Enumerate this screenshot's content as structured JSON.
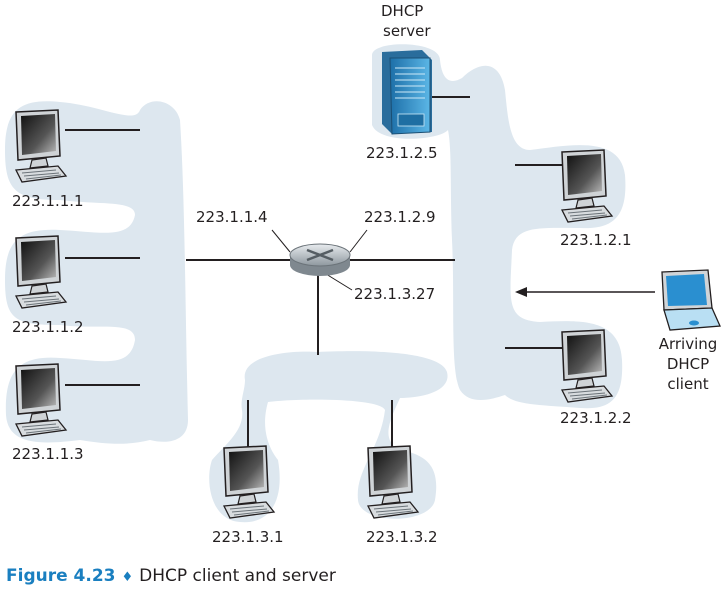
{
  "server": {
    "title_line1": "DHCP",
    "title_line2": "server",
    "ip": "223.1.2.5"
  },
  "router": {
    "left_ip": "223.1.1.4",
    "right_ip": "223.1.2.9",
    "bottom_ip": "223.1.3.27"
  },
  "hosts": [
    {
      "ip": "223.1.1.1"
    },
    {
      "ip": "223.1.1.2"
    },
    {
      "ip": "223.1.1.3"
    },
    {
      "ip": "223.1.2.1"
    },
    {
      "ip": "223.1.2.2"
    },
    {
      "ip": "223.1.3.1"
    },
    {
      "ip": "223.1.3.2"
    }
  ],
  "client": {
    "line1": "Arriving",
    "line2": "DHCP",
    "line3": "client"
  },
  "caption": {
    "figure": "Figure 4.23",
    "separator": "♦",
    "text": "DHCP client and server"
  },
  "colors": {
    "blob": "#dde7ef",
    "accent": "#1a7fc0",
    "line": "#231f20"
  }
}
